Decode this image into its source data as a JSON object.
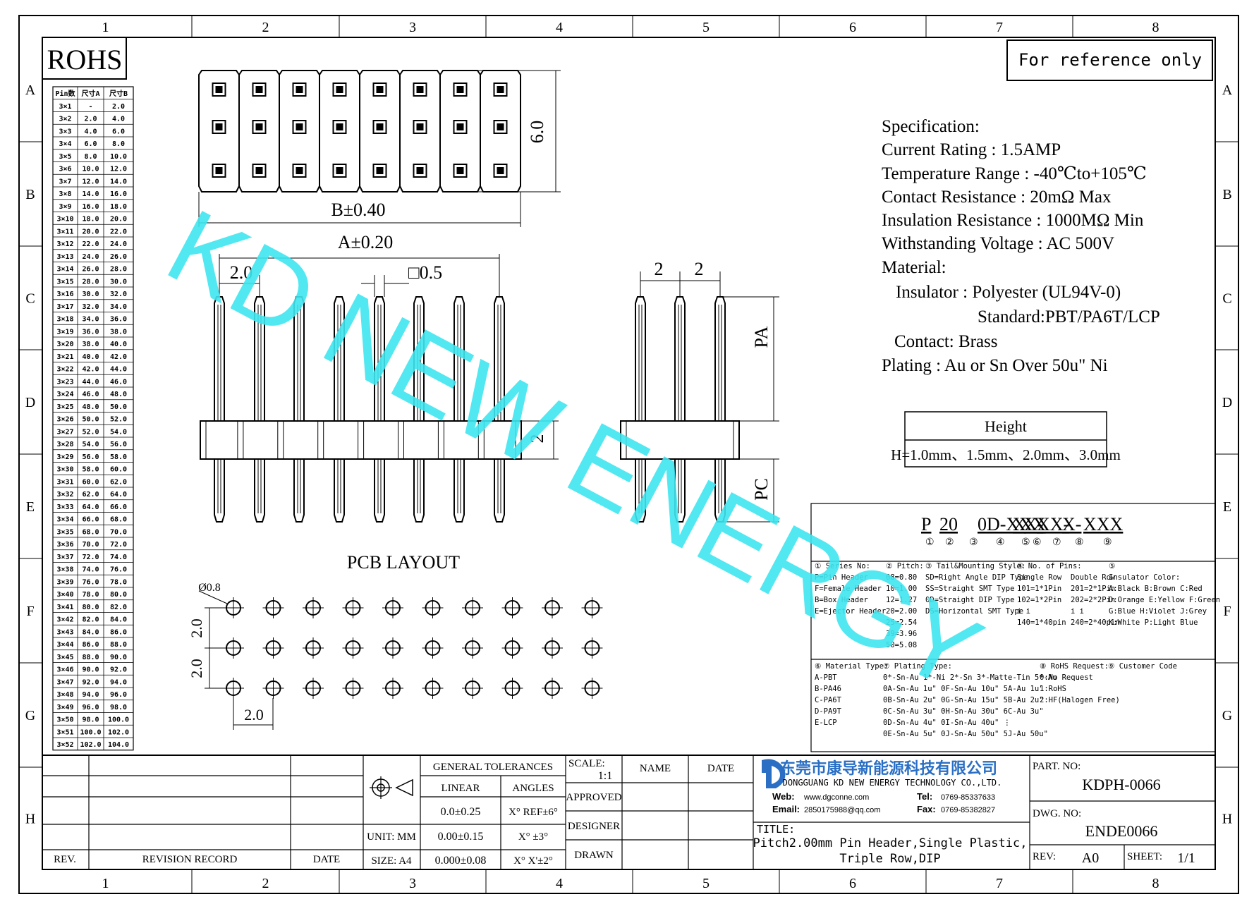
{
  "frame": {
    "cols": [
      "1",
      "2",
      "3",
      "4",
      "5",
      "6",
      "7",
      "8"
    ],
    "rows": [
      "A",
      "B",
      "C",
      "D",
      "E",
      "F",
      "G",
      "H"
    ]
  },
  "rohs": "ROHS",
  "reference": "For reference only",
  "watermark": "KD NEW ENERGY",
  "pin_table": {
    "headers": [
      "Pin数",
      "尺寸A",
      "尺寸B"
    ],
    "rows": [
      [
        "3×1",
        "-",
        "2.0"
      ],
      [
        "3×2",
        "2.0",
        "4.0"
      ],
      [
        "3×3",
        "4.0",
        "6.0"
      ],
      [
        "3×4",
        "6.0",
        "8.0"
      ],
      [
        "3×5",
        "8.0",
        "10.0"
      ],
      [
        "3×6",
        "10.0",
        "12.0"
      ],
      [
        "3×7",
        "12.0",
        "14.0"
      ],
      [
        "3×8",
        "14.0",
        "16.0"
      ],
      [
        "3×9",
        "16.0",
        "18.0"
      ],
      [
        "3×10",
        "18.0",
        "20.0"
      ],
      [
        "3×11",
        "20.0",
        "22.0"
      ],
      [
        "3×12",
        "22.0",
        "24.0"
      ],
      [
        "3×13",
        "24.0",
        "26.0"
      ],
      [
        "3×14",
        "26.0",
        "28.0"
      ],
      [
        "3×15",
        "28.0",
        "30.0"
      ],
      [
        "3×16",
        "30.0",
        "32.0"
      ],
      [
        "3×17",
        "32.0",
        "34.0"
      ],
      [
        "3×18",
        "34.0",
        "36.0"
      ],
      [
        "3×19",
        "36.0",
        "38.0"
      ],
      [
        "3×20",
        "38.0",
        "40.0"
      ],
      [
        "3×21",
        "40.0",
        "42.0"
      ],
      [
        "3×22",
        "42.0",
        "44.0"
      ],
      [
        "3×23",
        "44.0",
        "46.0"
      ],
      [
        "3×24",
        "46.0",
        "48.0"
      ],
      [
        "3×25",
        "48.0",
        "50.0"
      ],
      [
        "3×26",
        "50.0",
        "52.0"
      ],
      [
        "3×27",
        "52.0",
        "54.0"
      ],
      [
        "3×28",
        "54.0",
        "56.0"
      ],
      [
        "3×29",
        "56.0",
        "58.0"
      ],
      [
        "3×30",
        "58.0",
        "60.0"
      ],
      [
        "3×31",
        "60.0",
        "62.0"
      ],
      [
        "3×32",
        "62.0",
        "64.0"
      ],
      [
        "3×33",
        "64.0",
        "66.0"
      ],
      [
        "3×34",
        "66.0",
        "68.0"
      ],
      [
        "3×35",
        "68.0",
        "70.0"
      ],
      [
        "3×36",
        "70.0",
        "72.0"
      ],
      [
        "3×37",
        "72.0",
        "74.0"
      ],
      [
        "3×38",
        "74.0",
        "76.0"
      ],
      [
        "3×39",
        "76.0",
        "78.0"
      ],
      [
        "3×40",
        "78.0",
        "80.0"
      ],
      [
        "3×41",
        "80.0",
        "82.0"
      ],
      [
        "3×42",
        "82.0",
        "84.0"
      ],
      [
        "3×43",
        "84.0",
        "86.0"
      ],
      [
        "3×44",
        "86.0",
        "88.0"
      ],
      [
        "3×45",
        "88.0",
        "90.0"
      ],
      [
        "3×46",
        "90.0",
        "92.0"
      ],
      [
        "3×47",
        "92.0",
        "94.0"
      ],
      [
        "3×48",
        "94.0",
        "96.0"
      ],
      [
        "3×49",
        "96.0",
        "98.0"
      ],
      [
        "3×50",
        "98.0",
        "100.0"
      ],
      [
        "3×51",
        "100.0",
        "102.0"
      ],
      [
        "3×52",
        "102.0",
        "104.0"
      ]
    ]
  },
  "dims": {
    "height_6": "6.0",
    "b_tol": "B±0.40",
    "a_tol": "A±0.20",
    "pitch_2": "2.0",
    "pin_sq": "□0.5",
    "body_h": "2",
    "side_pitch_1": "2",
    "side_pitch_2": "2",
    "pa": "PA",
    "pc": "PC",
    "pcb_title": "PCB LAYOUT",
    "hole_dia": "Ø0.8",
    "pcb_v1": "2.0",
    "pcb_v2": "2.0",
    "pcb_h": "2.0"
  },
  "spec": {
    "lines": [
      "Specification:",
      "Current Rating : 1.5AMP",
      "Temperature Range : -40℃to+105℃",
      "Contact Resistance : 20mΩ Max",
      "Insulation Resistance : 1000MΩ Min",
      "Withstanding Voltage : AC 500V",
      "Material:",
      "Insulator : Polyester (UL94V-0)",
      "Standard:PBT/PA6T/LCP",
      "Contact: Brass",
      "Plating : Au or Sn Over 50u\" Ni"
    ]
  },
  "height_box": {
    "title": "Height",
    "value": "H=1.0mm、1.5mm、2.0mm、3.0mm"
  },
  "part_code": {
    "segments": [
      "P",
      "20",
      "0D-XXX",
      "X",
      "X-",
      "XX-",
      "X-",
      "XXX"
    ],
    "nums": [
      "①",
      "②",
      "③",
      "④",
      "⑤",
      "⑥",
      "⑦",
      "⑧",
      "⑨"
    ]
  },
  "legend": {
    "c1": [
      "① Series No:",
      "P=Pin Header",
      "F=Female Header",
      "B=Box Header",
      "E=Ejector Header"
    ],
    "c2": [
      "② Pitch:",
      "08=0.80",
      "10=1.00",
      "12=1.27",
      "20=2.00",
      "25=2.54",
      "39=3.96",
      "50=5.08"
    ],
    "c3": [
      "③ Tail&Mounting Style:",
      "SD=Right Angle DIP Type",
      "SS=Straight SMT Type",
      "0D=Straight DIP Type",
      "DS=Horizontal SMT Type"
    ],
    "c4": [
      "④ No. of Pins:",
      "Single Row",
      "101=1*1Pin",
      "102=1*2Pin",
      "i  i",
      "140=1*40pin"
    ],
    "c4b": [
      "Double Row",
      "201=2*1Pin",
      "202=2*2Pin",
      "i  i",
      "240=2*40pin"
    ],
    "c5": [
      "⑤",
      "Insulator Color:",
      "A:Black  B:Brown  C:Red",
      "D:Orange E:Yellow F:Green",
      "G:Blue   H:Violet J:Grey",
      "K:White  P:Light Blue"
    ],
    "c6": [
      "⑥ Material Type:",
      "A-PBT",
      "B-PA46",
      "C-PA6T",
      "D-PA9T",
      "E-LCP"
    ],
    "c7": [
      "⑦ Plating Type:",
      "0*-Sn-Au 1*-Ni 2*-Sn 3*-Matte-Tin 5*-Au",
      "0A-Sn-Au 1u\" 0F-Sn-Au 10u\"  5A-Au 1u\"",
      "0B-Sn-Au 2u\" 0G-Sn-Au 15u\"  5B-Au 2u\"",
      "0C-Sn-Au 3u\" 0H-Sn-Au 30u\"  6C-Au 3u\"",
      "0D-Sn-Au 4u\" 0I-Sn-Au 40u\"   ⋮",
      "0E-Sn-Au 5u\" 0J-Sn-Au 50u\"  5J-Au 50u\""
    ],
    "c8": [
      "⑧ RoHS Request:",
      "0:No Request",
      "1:RoHS",
      "2:HF(Halogen Free)"
    ],
    "c9": [
      "⑨ Customer Code"
    ]
  },
  "title_block": {
    "rev": "REV.",
    "revision_record": "REVISION RECORD",
    "date": "DATE",
    "general_tol": "GENERAL TOLERANCES",
    "linear": "LINEAR",
    "angles": "ANGLES",
    "lin1": "0.0±0.25",
    "lin2": "0.00±0.15",
    "lin3": "0.000±0.08",
    "ang1": "X° REF±6°",
    "ang2": "X° ±3°",
    "ang3": "X° X'±2°",
    "unit": "UNIT: MM",
    "size": "SIZE: A4",
    "scale_label": "SCALE:",
    "scale_val": "1:1",
    "name": "NAME",
    "date2": "DATE",
    "approved": "APPROVED",
    "designer": "DESIGNER",
    "drawn": "DRAWN",
    "company_cn": "东莞市康导新能源科技有限公司",
    "company_en": "DONGGUANG KD NEW ENERGY TECHNOLOGY CO.,LTD.",
    "web_label": "Web:",
    "web": "www.dgconne.com",
    "tel_label": "Tel:",
    "tel": "0769-85337633",
    "email_label": "Email:",
    "email": "2850175988@qq.com",
    "fax_label": "Fax:",
    "fax": "0769-85382827",
    "title_label": "TITLE:",
    "title_1": "Pitch2.00mm Pin Header,Single Plastic,",
    "title_2": "Triple Row,DIP",
    "part_no_label": "PART. NO:",
    "part_no": "KDPH-0066",
    "dwg_no_label": "DWG. NO:",
    "dwg_no": "ENDE0066",
    "rev_label": "REV:",
    "rev_val": "A0",
    "sheet_label": "SHEET:",
    "sheet_val": "1/1"
  },
  "colors": {
    "watermark": "#3fe6f0",
    "logo_blue": "#2a6fc4"
  }
}
